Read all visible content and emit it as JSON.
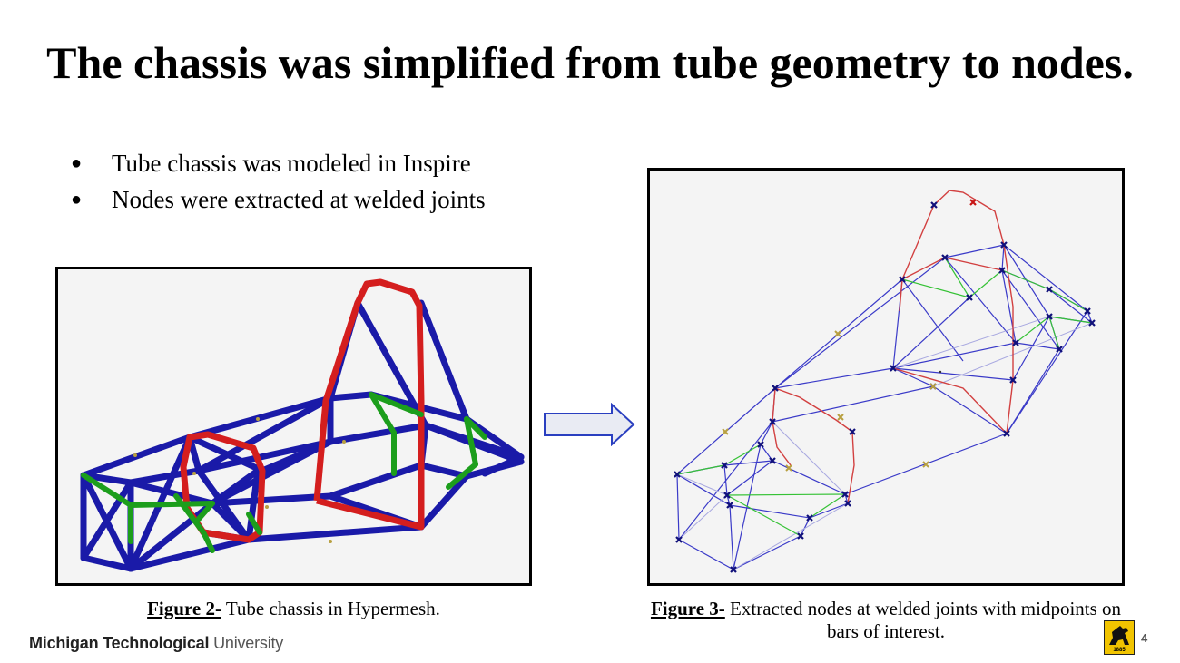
{
  "slide": {
    "title": "The chassis was simplified from tube geometry to nodes.",
    "bullets": [
      "Tube chassis was modeled in Inspire",
      "Nodes were extracted at welded joints"
    ],
    "bullet_glyph": "●",
    "page_number": "4"
  },
  "figures": {
    "fig2": {
      "label": "Figure 2-",
      "text": " Tube chassis in Hypermesh."
    },
    "fig3": {
      "label": "Figure 3-",
      "text": " Extracted nodes at welded joints with midpoints on bars of interest."
    }
  },
  "branding": {
    "name_bold": "Michigan Technological",
    "name_regular": " University",
    "logo_year": "1885"
  },
  "colors": {
    "tube_blue": "#1a1aa8",
    "tube_red": "#d41e1e",
    "tube_green": "#1c9e1c",
    "node_blue": "#10107a",
    "node_red": "#c81414",
    "midpoint": "#b8a040",
    "arrow_fill": "#e9ebf3",
    "arrow_stroke": "#2a3fc0"
  }
}
